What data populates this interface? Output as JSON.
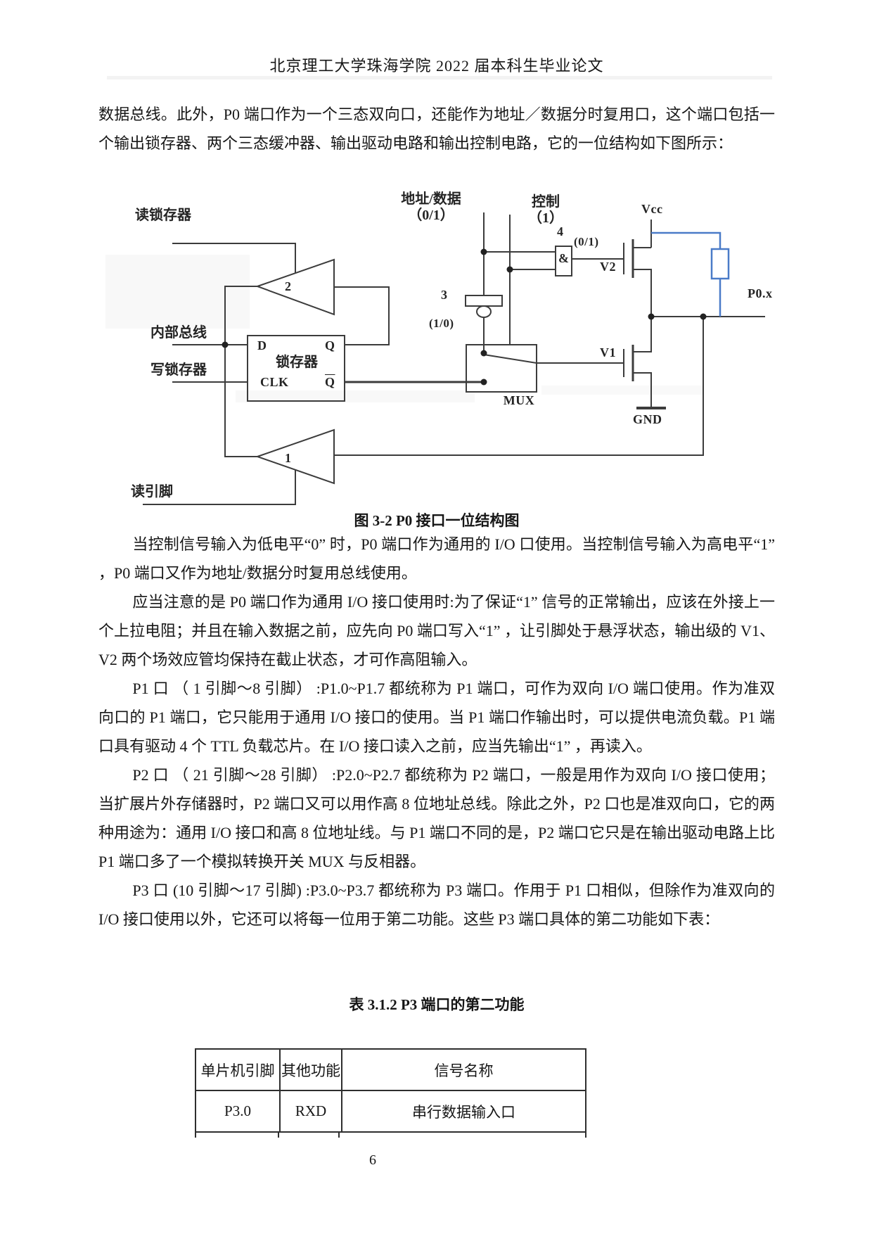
{
  "header": {
    "title": "北京理工大学珠海学院 2022 届本科生毕业论文"
  },
  "paragraphs": {
    "p1": "数据总线。此外，P0 端口作为一个三态双向口，还能作为地址／数据分时复用口，这个端口包括一个输出锁存器、两个三态缓冲器、输出驱动电路和输出控制电路，它的一位结构如下图所示：",
    "p2": "当控制信号输入为低电平“0” 时，P0 端口作为通用的 I/O 口使用。当控制信号输入为高电平“1” ，P0 端口又作为地址/数据分时复用总线使用。",
    "p3": "应当注意的是 P0 端口作为通用 I/O 接口使用时:为了保证“1” 信号的正常输出，应该在外接上一个上拉电阻；并且在输入数据之前，应先向 P0 端口写入“1” ，让引脚处于悬浮状态，输出级的 V1、V2 两个场效应管均保持在截止状态，才可作高阻输入。",
    "p4": "P1 口 （ 1 引脚～8 引脚） :P1.0~P1.7 都统称为 P1 端口，可作为双向 I/O 端口使用。作为准双向口的 P1 端口，它只能用于通用 I/O 接口的使用。当 P1 端口作输出时，可以提供电流负载。P1 端口具有驱动 4 个 TTL 负载芯片。在 I/O 接口读入之前，应当先输出“1” ，再读入。",
    "p5": "P2 口 （ 21 引脚～28 引脚） :P2.0~P2.7 都统称为 P2 端口，一般是用作为双向 I/O 接口使用；当扩展片外存储器时，P2 端口又可以用作高 8 位地址总线。除此之外，P2 口也是准双向口，它的两种用途为：通用 I/O 接口和高 8 位地址线。与 P1 端口不同的是，P2 端口它只是在输出驱动电路上比 P1 端口多了一个模拟转换开关 MUX 与反相器。",
    "p6": "P3 口 (10 引脚～17 引脚) :P3.0~P3.7 都统称为 P3 端口。作用于 P1 口相似，但除作为准双向的 I/O 接口使用以外，它还可以将每一位用于第二功能。这些 P3 端口具体的第二功能如下表："
  },
  "figure": {
    "caption": "图 3-2  P0 接口一位结构图",
    "labels": {
      "read_latch": "读锁存器",
      "internal_bus": "内部总线",
      "write_latch": "写锁存器",
      "read_pin": "读引脚",
      "addr_data": "地址/数据",
      "addr_data_val": "（0/1）",
      "control": "控制",
      "control_val": "（1）",
      "num1": "1",
      "num2": "2",
      "num3": "3",
      "num4": "4",
      "amp": "&",
      "and_out": "(0/1)",
      "inv_out": "(1/0)",
      "latch": "锁存器",
      "d": "D",
      "q": "Q",
      "clk": "CLK",
      "qbar": "Q",
      "mux": "MUX",
      "v1": "V1",
      "v2": "V2",
      "vcc": "Vcc",
      "gnd": "GND",
      "p0x": "P0.x"
    },
    "colors": {
      "wire": "#3c3c3c",
      "pullup_blue": "#4a7bc8"
    }
  },
  "table": {
    "caption": "表 3.1.2  P3 端口的第二功能",
    "headers": [
      "单片机引脚",
      "其他功能",
      "信号名称"
    ],
    "rows": [
      [
        "P3.0",
        "RXD",
        "串行数据输入口"
      ]
    ]
  },
  "page_number": "6"
}
